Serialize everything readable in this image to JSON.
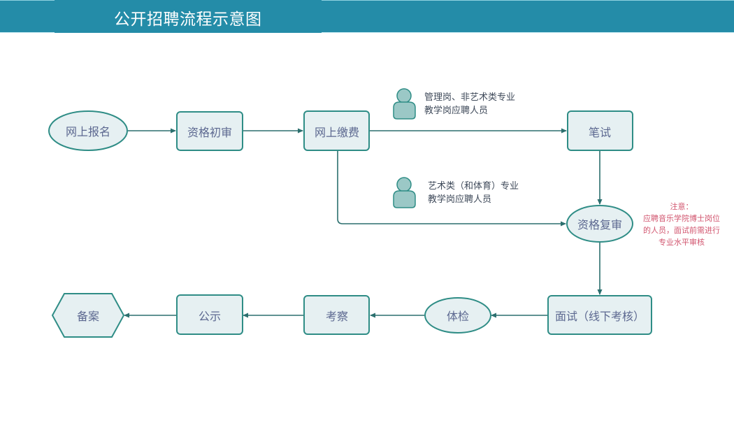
{
  "header": {
    "title": "公开招聘流程示意图",
    "bar_color": "#248ca8"
  },
  "colors": {
    "node_fill": "#e6f0f2",
    "node_stroke": "#2f8d86",
    "arrow": "#2b6f6e",
    "node_text": "#5c6890",
    "icon_fill": "#9bc8c6",
    "note_text": "#d2566f"
  },
  "nodes": {
    "online_registration": "网上报名",
    "qualification_review": "资格初审",
    "online_payment": "网上缴费",
    "written_exam": "笔试",
    "qualification_recheck": "资格复审",
    "interview": "面试（线下考核）",
    "physical_exam": "体检",
    "inspection": "考察",
    "publicity": "公示",
    "filing": "备案"
  },
  "branches": {
    "upper": {
      "icon": "person-icon",
      "line1": "管理岗、非艺术类专业",
      "line2": "教学岗应聘人员"
    },
    "lower": {
      "icon": "person-icon",
      "line1": "艺术类（和体育）专业",
      "line2": "教学岗应聘人员"
    }
  },
  "note": {
    "line1": "注意：",
    "line2": "应聘音乐学院博士岗位",
    "line3": "的人员，面试前需进行",
    "line4": "专业水平审核"
  }
}
